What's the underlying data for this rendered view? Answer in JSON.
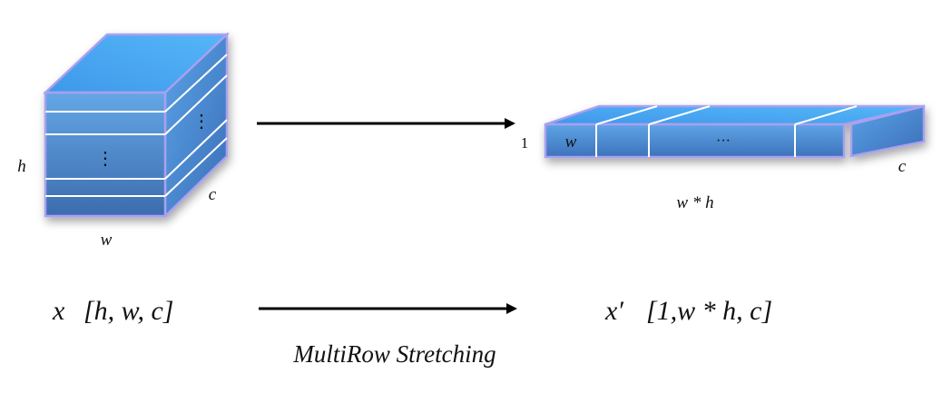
{
  "input_block": {
    "height_label": "h",
    "width_label": "w",
    "channel_label": "c",
    "front_dots": "⋮",
    "side_dots": "⋮"
  },
  "output_block": {
    "height_label": "1",
    "first_cell_label": "w",
    "middle_cell_label": "···",
    "length_label": "w * h",
    "channel_label": "c"
  },
  "formula_input": {
    "var": "x",
    "shape": "[h, w, c]"
  },
  "formula_output": {
    "var": "x′",
    "shape": "[1,w * h, c]"
  },
  "operation_label": "MultiRow Stretching",
  "colors": {
    "block_top": "#4aa8f0",
    "block_front_top": "#5d9fe0",
    "block_front_bottom": "#3e6fb2",
    "block_side": "#4a8ad4",
    "block_edge": "#a9a0f0",
    "arrow": "#000000"
  }
}
